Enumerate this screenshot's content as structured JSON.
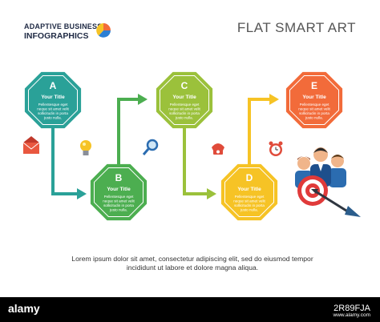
{
  "brand": {
    "line1": "ADAPTIVE BUSINESS",
    "line2": "INFOGRAPHICS",
    "logo_icon": "pie-chart-icon"
  },
  "title": "FLAT SMART ART",
  "steps": [
    {
      "letter": "A",
      "title": "Your Title",
      "text": [
        "Pellentesque eget",
        "neque sit amet velit",
        "sollicitudin in porta",
        "justo nulla."
      ],
      "color": "#2aa198"
    },
    {
      "letter": "B",
      "title": "Your Title",
      "text": [
        "Pellentesque eget",
        "neque sit amet velit",
        "sollicitudin in porta",
        "justo nulla."
      ],
      "color": "#4cae50"
    },
    {
      "letter": "C",
      "title": "Your Title",
      "text": [
        "Pellentesque eget",
        "neque sit amet velit",
        "sollicitudin in porta",
        "justo nulla."
      ],
      "color": "#9bc13b"
    },
    {
      "letter": "D",
      "title": "Your Title",
      "text": [
        "Pellentesque eget",
        "neque sit amet velit",
        "sollicitudin in porta",
        "justo nulla."
      ],
      "color": "#f6c325"
    },
    {
      "letter": "E",
      "title": "Your Title",
      "text": [
        "Pellentesque eget",
        "neque sit amet velit",
        "sollicitudin in porta",
        "justo nulla."
      ],
      "color": "#f26b3a"
    }
  ],
  "icons": [
    "envelope-icon",
    "light-bulb-icon",
    "magnifier-icon",
    "telephone-icon",
    "alarm-clock-icon",
    "team-target-icon"
  ],
  "caption": [
    "Lorem ipsum dolor sit amet, consectetur adipiscing elit, sed do eiusmod tempor",
    "incididunt ut labore et dolore magna aliqua."
  ],
  "footer": {
    "logo": "alamy",
    "image_id": "2R89FJA",
    "url": "www.alamy.com"
  }
}
